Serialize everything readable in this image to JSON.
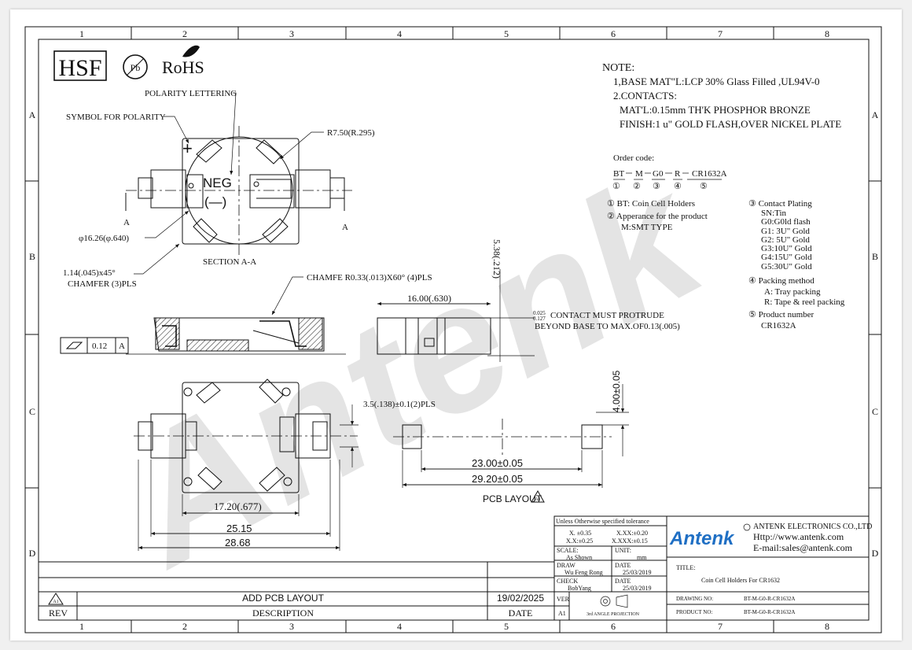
{
  "grid": {
    "columns": [
      "1",
      "2",
      "3",
      "4",
      "5",
      "6",
      "7",
      "8"
    ],
    "rows": [
      "A",
      "B",
      "C",
      "D"
    ]
  },
  "logos": {
    "hsf": "HSF",
    "pb": "Pb",
    "rohs": "RoHS"
  },
  "watermark": "Antenk",
  "labels": {
    "polarity_lettering": "POLARITY LETTERING",
    "symbol_for_polarity": "SYMBOL FOR POLARITY",
    "radius": "R7.50(R.295)",
    "neg": "NEG",
    "minus": "(—)",
    "plus": "+",
    "section_a": "A",
    "diameter": "φ16.26(φ.640)",
    "chamfer_1": "1.14(.045)x45°",
    "chamfer_2": "CHAMFER (3)PLS",
    "section_aa": "SECTION A-A",
    "chamfe_top": "CHAMFE R0.33(.013)X60° (4)PLS",
    "dim_16": "16.00(.630)",
    "dim_538": "5.38(.212)",
    "tol_top": "0.025",
    "tol_bot": "0.127",
    "contact_note_1": "CONTACT MUST PROTRUDE",
    "contact_note_2": "BEYOND BASE TO MAX.OF0.13(.005)",
    "flatness_value": "0.12",
    "flatness_ref": "A",
    "dim_35": "3.5(.138)±0.1(2)PLS",
    "dim_1720": "17.20(.677)",
    "dim_2515": "25.15",
    "dim_2868": "28.68",
    "dim_400": "4.00±0.05",
    "dim_2300": "23.00±0.05",
    "dim_2920": "29.20±0.05",
    "pcb_layout": "PCB LAYOUT",
    "rev_mark": "A1"
  },
  "notes": {
    "title": "NOTE:",
    "lines": [
      "1,BASE MAT\"L:LCP 30% Glass Filled ,UL94V-0",
      "2.CONTACTS:",
      "MAT'L:0.15mm TH'K PHOSPHOR BRONZE",
      "FINISH:1 u\" GOLD FLASH,OVER NICKEL PLATE"
    ]
  },
  "order": {
    "title": "Order code:",
    "codes": [
      "BT",
      "M",
      "G0",
      "R",
      "CR1632A"
    ],
    "circles": [
      "①",
      "②",
      "③",
      "④",
      "⑤"
    ],
    "left_lines": [
      "① BT: Coin Cell Holders",
      "② Apperance for the product",
      "M:SMT TYPE"
    ],
    "right_lines": [
      "③ Contact Plating",
      "SN:Tin",
      "G0:G0ld flash",
      "G1: 3U\" Gold",
      "G2: 5U\" Gold",
      "G3:10U\" Gold",
      "G4:15U\" Gold",
      "G5:30U\" Gold",
      "④ Packing method",
      "A: Tray packing",
      "R: Tape & reel packing",
      "⑤ Product number",
      "CR1632A"
    ]
  },
  "title_block": {
    "tolerance_title": "Unless Otherwise specified tolerance",
    "tol_x": "X. ±0.35",
    "tol_xx": "X.XX:±0.20",
    "tol_x2": "X.X:±0.25",
    "tol_xxx": "X.XXX:±0.15",
    "scale_label": "SCALE:",
    "scale_value": "As Shown",
    "unit_label": "UNIT:",
    "unit_value": "mm",
    "draw_label": "DRAW",
    "draw_name": "Wu Feng Rong",
    "draw_date_label": "DATE",
    "draw_date": "25/03/2019",
    "check_label": "CHECK",
    "check_name": "BobYang",
    "check_date_label": "DATE",
    "check_date": "25/03/2019",
    "ver_label": "VER",
    "ver_value": "A1",
    "projection": "3rd ANGLE PROJECTION",
    "company_brand": "Antenk",
    "company": "ANTENK ELECTRONICS CO.,LTD",
    "http": "Http://www.antenk.com",
    "email": "E-mail:sales@antenk.com",
    "title_label": "TITLE:",
    "title_value": "Coin Cell Holders For CR1632",
    "drawing_no_label": "DRAWING NO:",
    "drawing_no": "BT-M-G0-R-CR1632A",
    "product_no_label": "PRODUCT NO:",
    "product_no": "BT-M-G0-R-CR1632A"
  },
  "revision": {
    "mark": "A1",
    "description": "ADD PCB LAYOUT",
    "date": "19/02/2025",
    "rev_header": "REV",
    "desc_header": "DESCRIPTION",
    "date_header": "DATE"
  }
}
